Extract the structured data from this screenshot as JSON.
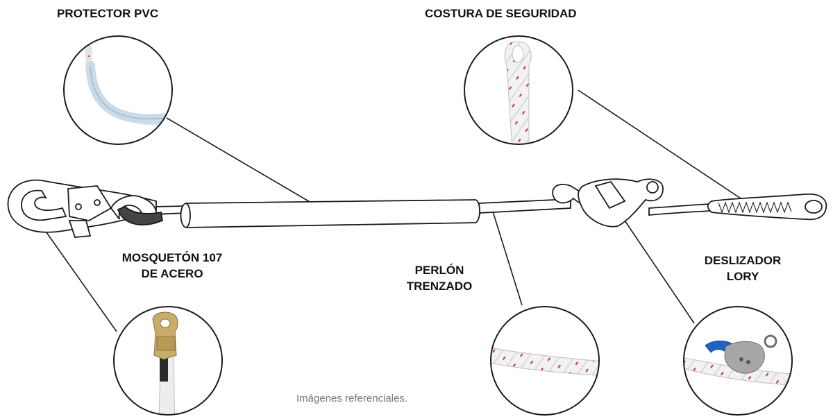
{
  "labels": {
    "protector_pvc": "PROTECTOR PVC",
    "costura": "COSTURA DE SEGURIDAD",
    "mosqueton_1": "MOSQUETÓN 107",
    "mosqueton_2": "DE ACERO",
    "perlon_1": "PERLÓN",
    "perlon_2": "TRENZADO",
    "deslizador_1": "DESLIZADOR",
    "deslizador_2": "LORY"
  },
  "footnote": "Imágenes referenciales.",
  "colors": {
    "line": "#1a1a1a",
    "rope_fill": "#ffffff",
    "rope_stripe": "#d0302e",
    "carabiner_gold": "#c9ad6a",
    "slider_blue": "#1f62c4",
    "slider_grey": "#a7a7a7",
    "pvc_tube": "#c9dbe9"
  }
}
